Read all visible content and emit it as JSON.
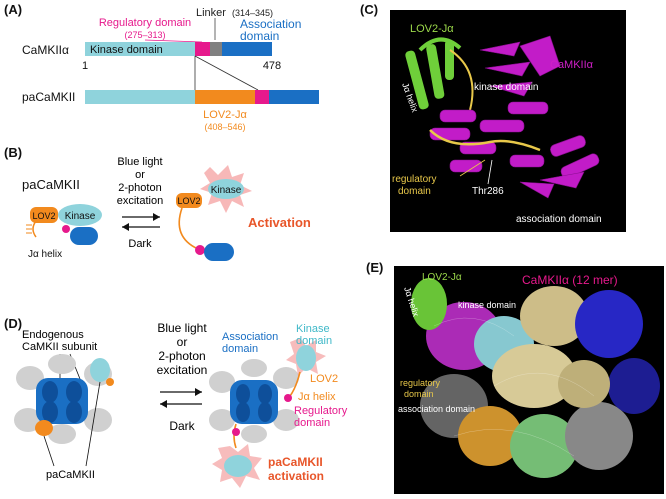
{
  "panelA": {
    "label": "(A)",
    "regulatory_domain": "Regulatory domain",
    "regulatory_range": "(275–313)",
    "linker": "Linker",
    "linker_range": "(314–345)",
    "association_domain_line1": "Association",
    "association_domain_line2": "domain",
    "camkii_name": "CaMKIIα",
    "kinase_domain": "Kinase domain",
    "start": "1",
    "end": "478",
    "pacamkii_name": "paCaMKII",
    "lov2_ja": "LOV2-Jα",
    "lov2_range": "(408–546)"
  },
  "panelB": {
    "label": "(B)",
    "name": "paCaMKII",
    "light_line1": "Blue light",
    "light_line2": "or",
    "light_line3": "2-photon",
    "light_line4": "excitation",
    "dark": "Dark",
    "lov2": "LOV2",
    "kinase": "Kinase",
    "ja_helix": "Jα helix",
    "activation": "Activation"
  },
  "panelC": {
    "label": "(C)",
    "lov2_ja": "LOV2-Jα",
    "camkii": "CaMKIIα",
    "ja_helix": "Jα helix",
    "kinase_domain": "kinase domain",
    "regulatory_line1": "regulatory",
    "regulatory_line2": "domain",
    "thr286": "Thr286",
    "association_domain": "association domain"
  },
  "panelD": {
    "label": "(D)",
    "endogenous_line1": "Endogenous",
    "endogenous_line2": "CaMKII subunit",
    "light_line1": "Blue light",
    "light_line2": "or",
    "light_line3": "2-photon",
    "light_line4": "excitation",
    "dark": "Dark",
    "pacamkii": "paCaMKII",
    "association_line1": "Association",
    "association_line2": "domain",
    "kinase_line1": "Kinase",
    "kinase_line2": "domain",
    "lov2": "LOV2",
    "ja_helix": "Jα helix",
    "regulatory_line1": "Regulatory",
    "regulatory_line2": "domain",
    "activation_line1": "paCaMKII",
    "activation_line2": "activation"
  },
  "panelE": {
    "label": "(E)",
    "lov2_ja": "LOV2-Jα",
    "camkii": "CaMKIIα (12 mer)",
    "ja_helix": "Jα helix",
    "kinase_domain": "kinase domain",
    "regulatory_line1": "regulatory",
    "regulatory_line2": "domain",
    "association_domain": "association domain"
  },
  "colors": {
    "kinase": "#8fd3dc",
    "regulatory": "#e6198c",
    "linker": "#808080",
    "association": "#1a6fc4",
    "lov2": "#f28a1e",
    "activation": "#e8562a",
    "lov2_label": "#9bd84a",
    "camkii_label": "#d01fc8"
  }
}
